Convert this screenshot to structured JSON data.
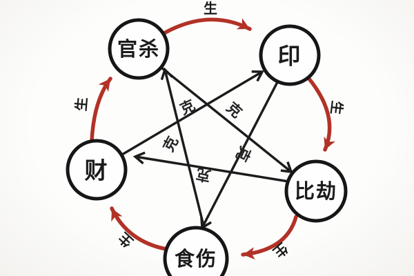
{
  "diagram": {
    "title": "ba-zi-ten-gods-five-element-cycle",
    "nodes": [
      {
        "id": "guan-sha",
        "label": "官杀",
        "position": "top-left"
      },
      {
        "id": "yin",
        "label": "印",
        "position": "top-right"
      },
      {
        "id": "bi-jie",
        "label": "比劫",
        "position": "right"
      },
      {
        "id": "shi-shang",
        "label": "食伤",
        "position": "bottom"
      },
      {
        "id": "cai",
        "label": "财",
        "position": "left"
      }
    ],
    "generate": {
      "label": "生",
      "color": "#b23227",
      "cycle": [
        {
          "from": "官杀",
          "to": "印"
        },
        {
          "from": "印",
          "to": "比劫"
        },
        {
          "from": "比劫",
          "to": "食伤"
        },
        {
          "from": "食伤",
          "to": "财"
        },
        {
          "from": "财",
          "to": "官杀"
        }
      ]
    },
    "overcome": {
      "label": "克",
      "color": "#1c1c1c",
      "cycle": [
        {
          "from": "官杀",
          "to": "比劫"
        },
        {
          "from": "印",
          "to": "食伤"
        },
        {
          "from": "比劫",
          "to": "财"
        },
        {
          "from": "食伤",
          "to": "官杀"
        },
        {
          "from": "财",
          "to": "印"
        }
      ]
    },
    "colors": {
      "node_stroke": "#161616",
      "background": "#fdfdfc"
    }
  }
}
